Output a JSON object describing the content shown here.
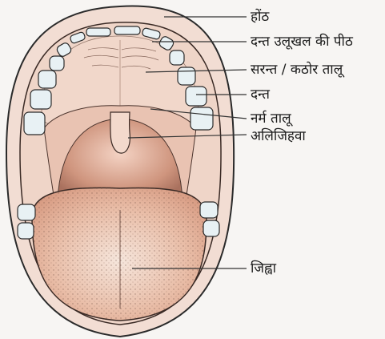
{
  "diagram": {
    "colors": {
      "lip": "#f0d9cf",
      "outline": "#2a2a2a",
      "palate": "#f1d6c8",
      "throat": "#c98e78",
      "tongue": "#e7b9a3",
      "tooth": "#e8f1f4",
      "leader": "#333333"
    },
    "labels": [
      {
        "id": "lips",
        "text": "होंठ"
      },
      {
        "id": "gum-ridge",
        "text": "दन्त उलूखल की पीठ"
      },
      {
        "id": "hard-palate",
        "text": "सरन्त / कठोर तालू"
      },
      {
        "id": "teeth",
        "text": "दन्त"
      },
      {
        "id": "soft-palate",
        "text": "नर्म तालू"
      },
      {
        "id": "uvula",
        "text": "अलिजिहवा"
      },
      {
        "id": "tongue",
        "text": "जिह्वा"
      }
    ]
  }
}
